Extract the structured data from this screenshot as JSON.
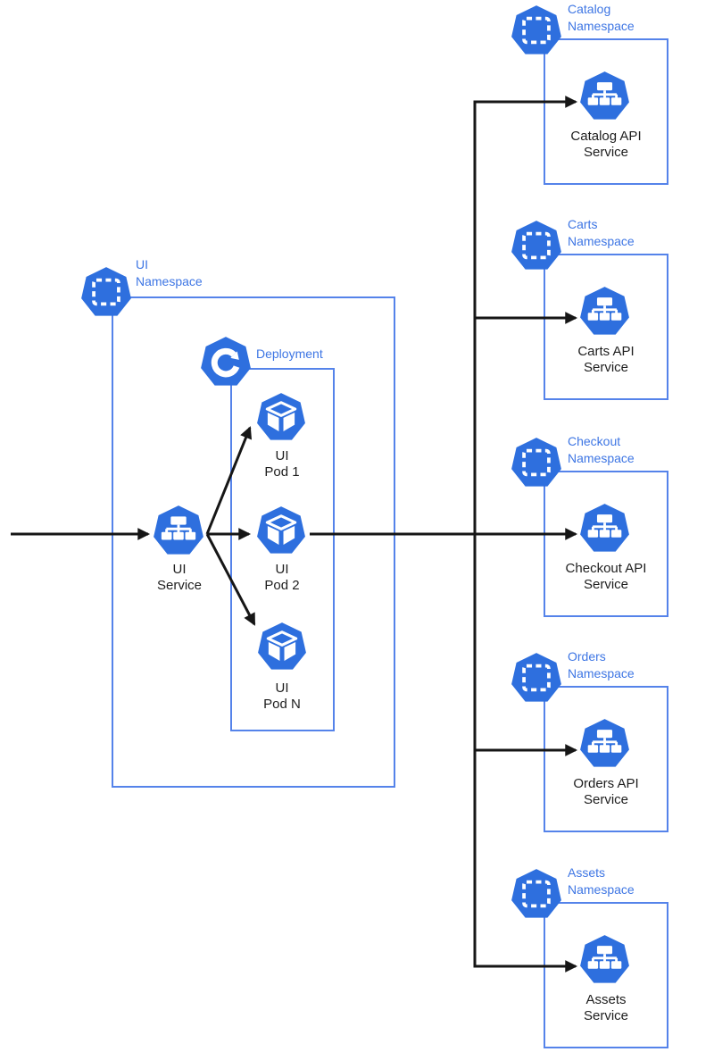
{
  "colors": {
    "icon_blue": "#2e6fde",
    "label_blue": "#3e76e4",
    "box_border_blue": "#5583ea",
    "arrow_black": "#161616",
    "text_dark": "#1e1e1e",
    "background": "#ffffff"
  },
  "ui_namespace": {
    "name_line1": "UI",
    "name_line2": "Namespace",
    "service": {
      "label_line1": "UI",
      "label_line2": "Service"
    },
    "deployment": {
      "label": "Deployment",
      "pods": [
        {
          "label_line1": "UI",
          "label_line2": "Pod 1"
        },
        {
          "label_line1": "UI",
          "label_line2": "Pod 2"
        },
        {
          "label_line1": "UI",
          "label_line2": "Pod N"
        }
      ]
    }
  },
  "namespaces": [
    {
      "name_line1": "Catalog",
      "name_line2": "Namespace",
      "service_line1": "Catalog API",
      "service_line2": "Service"
    },
    {
      "name_line1": "Carts",
      "name_line2": "Namespace",
      "service_line1": "Carts API",
      "service_line2": "Service"
    },
    {
      "name_line1": "Checkout",
      "name_line2": "Namespace",
      "service_line1": "Checkout API",
      "service_line2": "Service"
    },
    {
      "name_line1": "Orders",
      "name_line2": "Namespace",
      "service_line1": "Orders API",
      "service_line2": "Service"
    },
    {
      "name_line1": "Assets",
      "name_line2": "Namespace",
      "service_line1": "Assets",
      "service_line2": "Service"
    }
  ],
  "edges": [
    {
      "from": "external-left",
      "to": "ui-service"
    },
    {
      "from": "ui-service",
      "to": "ui-pod-1"
    },
    {
      "from": "ui-service",
      "to": "ui-pod-2"
    },
    {
      "from": "ui-service",
      "to": "ui-pod-n"
    },
    {
      "from": "ui-pod-2",
      "to": "catalog-api-service"
    },
    {
      "from": "ui-pod-2",
      "to": "carts-api-service"
    },
    {
      "from": "ui-pod-2",
      "to": "checkout-api-service"
    },
    {
      "from": "ui-pod-2",
      "to": "orders-api-service"
    },
    {
      "from": "ui-pod-2",
      "to": "assets-service"
    }
  ],
  "icons": {
    "namespace": "heptagon with dashed square",
    "deployment": "heptagon with circular rotate arrow",
    "pod": "heptagon with cube",
    "service": "heptagon with network tree"
  }
}
